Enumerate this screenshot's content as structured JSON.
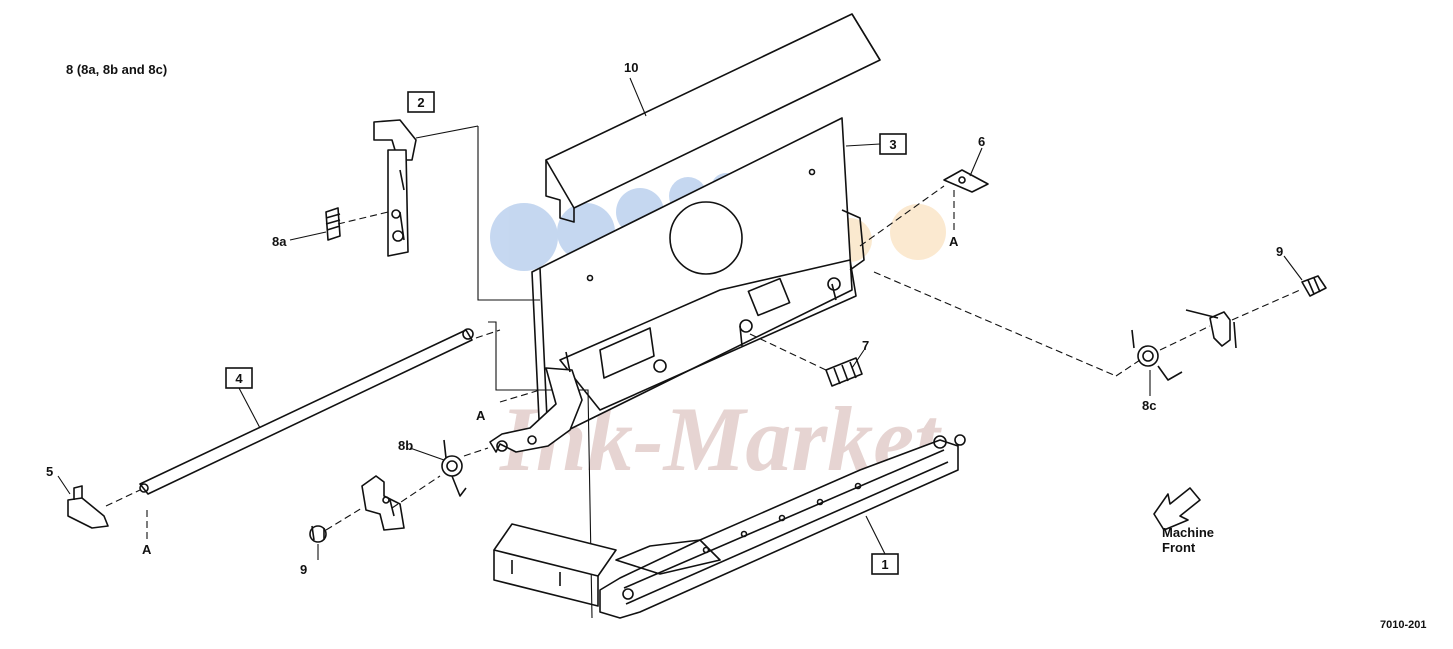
{
  "header": {
    "note": "8 (8a, 8b and 8c)"
  },
  "callouts": {
    "c1": "1",
    "c2": "2",
    "c3": "3",
    "c4": "4"
  },
  "labels": {
    "l5": "5",
    "l6": "6",
    "l7": "7",
    "l8a": "8a",
    "l8b": "8b",
    "l8c": "8c",
    "l9_left": "9",
    "l9_right": "9",
    "l10": "10",
    "a_left": "A",
    "a_mid": "A",
    "a_right": "A"
  },
  "machine_front": {
    "line1": "Machine",
    "line2": "Front"
  },
  "figure_id": "7010-201",
  "watermark": {
    "text": "Ink-Market",
    "color": "#b9877f",
    "dot_colors": [
      "#5b8fd6",
      "#f3c179"
    ]
  }
}
